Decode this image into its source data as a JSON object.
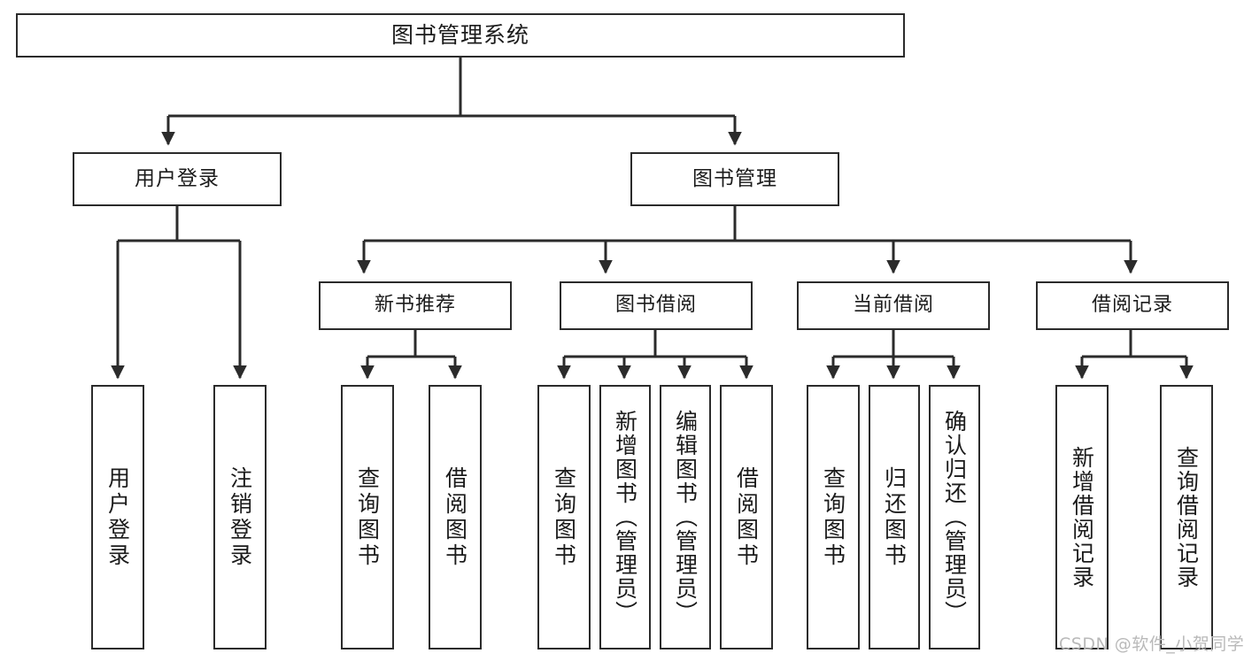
{
  "diagram": {
    "type": "tree",
    "title": "图书管理系统",
    "watermark": "CSDN @软件_小贺同学",
    "colors": {
      "stroke": "#2b2b2b",
      "fill": "#ffffff",
      "text": "#1b1b1b",
      "watermark": "#b9b9b9"
    },
    "nodes": {
      "root": {
        "label": "图书管理系统"
      },
      "level2": [
        {
          "id": "user-login",
          "label": "用户登录"
        },
        {
          "id": "book-management",
          "label": "图书管理"
        }
      ],
      "level3": [
        {
          "id": "new-book-recommend",
          "label": "新书推荐"
        },
        {
          "id": "book-borrow",
          "label": "图书借阅"
        },
        {
          "id": "current-borrow",
          "label": "当前借阅"
        },
        {
          "id": "borrow-record",
          "label": "借阅记录"
        }
      ],
      "leaves": [
        {
          "id": "leaf-user-login",
          "label": "用户登录"
        },
        {
          "id": "leaf-logout",
          "label": "注销登录"
        },
        {
          "id": "leaf-query-book-1",
          "label": "查询图书"
        },
        {
          "id": "leaf-borrow-book-1",
          "label": "借阅图书"
        },
        {
          "id": "leaf-query-book-2",
          "label": "查询图书"
        },
        {
          "id": "leaf-add-book",
          "label": "新增图书（管理员）"
        },
        {
          "id": "leaf-edit-book",
          "label": "编辑图书（管理员）"
        },
        {
          "id": "leaf-borrow-book-2",
          "label": "借阅图书"
        },
        {
          "id": "leaf-query-book-3",
          "label": "查询图书"
        },
        {
          "id": "leaf-return-book",
          "label": "归还图书"
        },
        {
          "id": "leaf-confirm-return",
          "label": "确认归还（管理员）"
        },
        {
          "id": "leaf-add-record",
          "label": "新增借阅记录"
        },
        {
          "id": "leaf-query-record",
          "label": "查询借阅记录"
        }
      ]
    },
    "edges": [
      {
        "from": "root",
        "to": "user-login"
      },
      {
        "from": "root",
        "to": "book-management"
      },
      {
        "from": "user-login",
        "to": "leaf-user-login"
      },
      {
        "from": "user-login",
        "to": "leaf-logout"
      },
      {
        "from": "book-management",
        "to": "new-book-recommend"
      },
      {
        "from": "book-management",
        "to": "book-borrow"
      },
      {
        "from": "book-management",
        "to": "current-borrow"
      },
      {
        "from": "book-management",
        "to": "borrow-record"
      },
      {
        "from": "new-book-recommend",
        "to": "leaf-query-book-1"
      },
      {
        "from": "new-book-recommend",
        "to": "leaf-borrow-book-1"
      },
      {
        "from": "book-borrow",
        "to": "leaf-query-book-2"
      },
      {
        "from": "book-borrow",
        "to": "leaf-add-book"
      },
      {
        "from": "book-borrow",
        "to": "leaf-edit-book"
      },
      {
        "from": "book-borrow",
        "to": "leaf-borrow-book-2"
      },
      {
        "from": "current-borrow",
        "to": "leaf-query-book-3"
      },
      {
        "from": "current-borrow",
        "to": "leaf-return-book"
      },
      {
        "from": "current-borrow",
        "to": "leaf-confirm-return"
      },
      {
        "from": "borrow-record",
        "to": "leaf-add-record"
      },
      {
        "from": "borrow-record",
        "to": "leaf-query-record"
      }
    ]
  }
}
